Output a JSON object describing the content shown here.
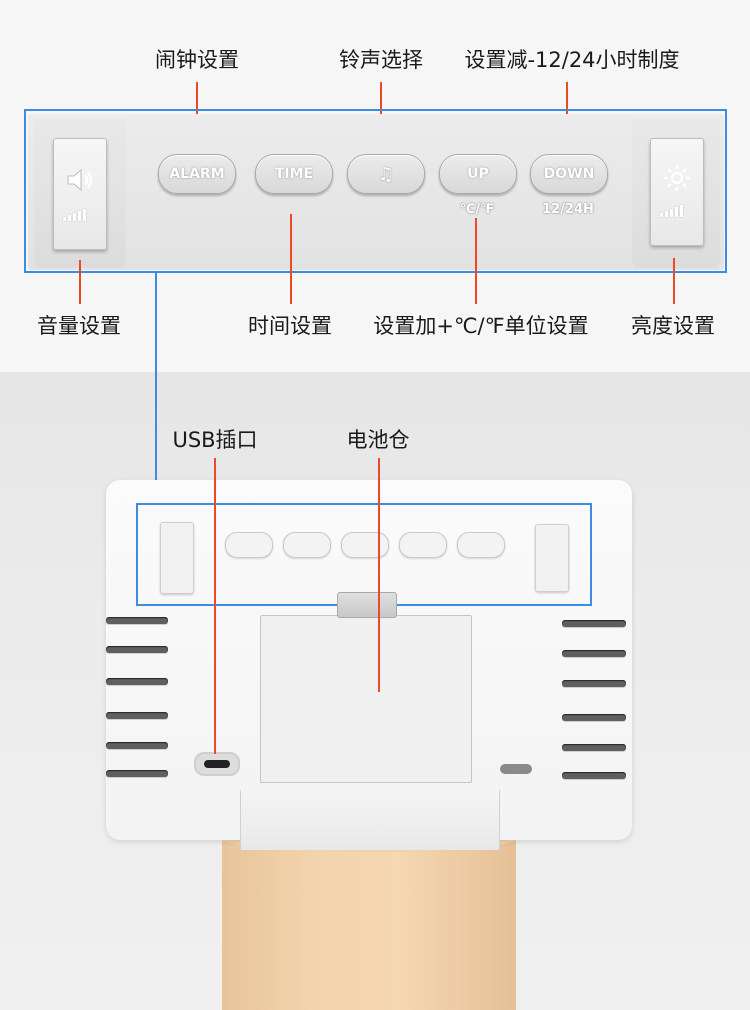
{
  "labels": {
    "alarm_setting": "闹钟设置",
    "ringtone_select": "铃声选择",
    "down_setting": "设置减-12/24小时制度",
    "volume_setting": "音量设置",
    "time_setting": "时间设置",
    "up_setting": "设置加+℃/℉单位设置",
    "brightness_setting": "亮度设置",
    "usb_port": "USB插口",
    "battery_compartment": "电池仓"
  },
  "buttons": {
    "alarm": "ALARM",
    "time": "TIME",
    "music": "♫",
    "up": "UP",
    "down": "DOWN"
  },
  "sublabels": {
    "up": "℃/℉",
    "down": "12/24H"
  },
  "icons": {
    "volume": "speaker-icon",
    "brightness": "sun-icon"
  },
  "colors": {
    "callout_line": "#ec4a22",
    "highlight_box": "#3b8de0"
  }
}
